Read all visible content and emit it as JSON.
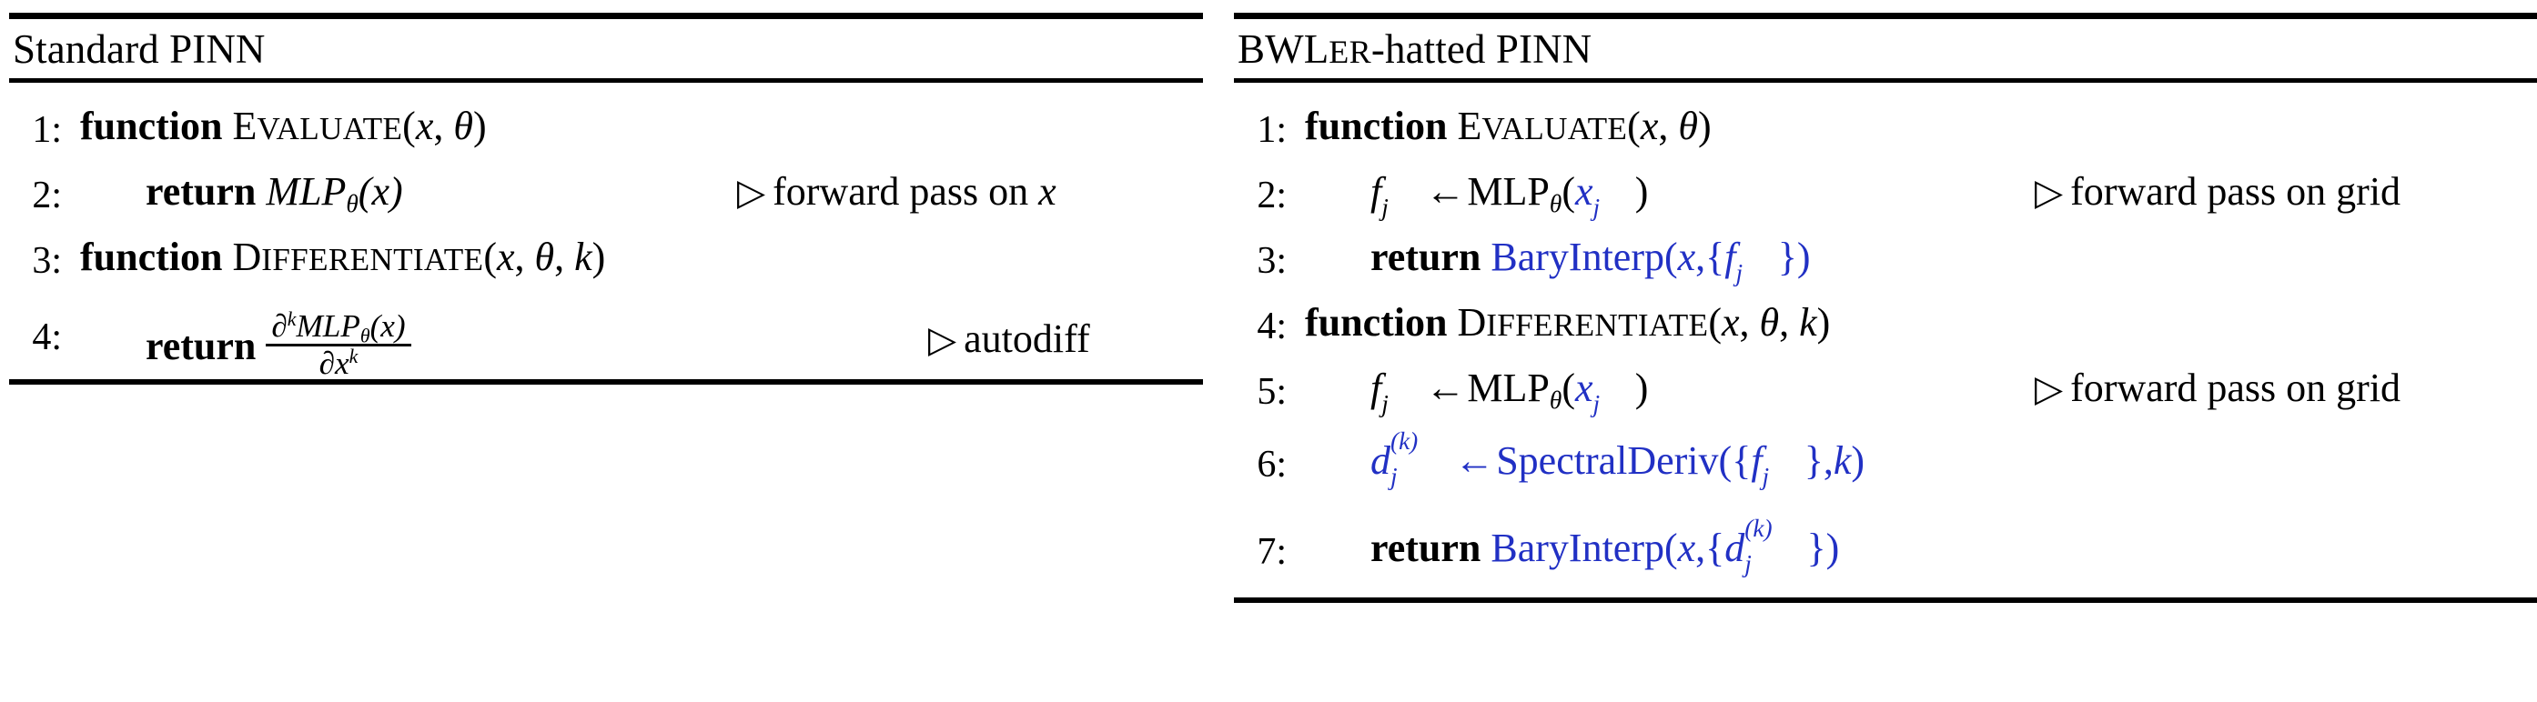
{
  "figure": {
    "kind": "algorithm-comparison",
    "accent_color": "#2130C4",
    "text_color": "#000000",
    "background_color": "#FFFFFF"
  },
  "left_panel": {
    "title": "Standard PINN",
    "lines": [
      {
        "number": "1:",
        "indent": 0,
        "keyword": "function",
        "proc_cap": "E",
        "proc_rest": "VALUATE",
        "args_open": "(",
        "arg1": "x",
        "comma": ", ",
        "arg2": "θ",
        "args_close": ")",
        "comment": ""
      },
      {
        "number": "2:",
        "indent": 1,
        "keyword": "return",
        "expr_main": "MLP",
        "expr_sub": "θ",
        "expr_arg": "(x)",
        "comment_marker": "▷",
        "comment_text": "forward pass on ",
        "comment_math": "x"
      },
      {
        "number": "3:",
        "indent": 0,
        "keyword": "function",
        "proc_cap": "D",
        "proc_rest": "IFFERENTIATE",
        "args_open": "(",
        "arg1": "x",
        "comma": ", ",
        "arg2": "θ",
        "comma2": ", ",
        "arg3": "k",
        "args_close": ")",
        "comment": ""
      },
      {
        "number": "4:",
        "indent": 1,
        "keyword": "return",
        "frac_numerator_d": "∂",
        "frac_numerator_k": "k",
        "frac_numerator_rest": "MLP",
        "frac_numerator_sub": "θ",
        "frac_numerator_arg": "(x)",
        "frac_denominator_d": "∂",
        "frac_denominator_x": "x",
        "frac_denominator_k": "k",
        "comment_marker": "▷",
        "comment_text": "autodiff"
      }
    ]
  },
  "right_panel": {
    "title_cap": "BWL",
    "title_smallcap": "ER",
    "title_rest": "-hatted PINN",
    "title_plain": "BWLER-hatted PINN",
    "lines": [
      {
        "number": "1:",
        "indent": 0,
        "keyword": "function",
        "proc_cap": "E",
        "proc_rest": "VALUATE",
        "args_open": "(",
        "arg1": "x",
        "comma": ", ",
        "arg2": "θ",
        "args_close": ")",
        "comment": ""
      },
      {
        "number": "2:",
        "indent": 1,
        "lhs_base": "f",
        "lhs_sub": "j",
        "arrow": "←",
        "rhs_main": "MLP",
        "rhs_sub": "θ",
        "rhs_open": "(",
        "rhs_arg_base": "x",
        "rhs_arg_sub": "j",
        "rhs_close": ")",
        "comment_marker": "▷",
        "comment_text": "forward pass on grid"
      },
      {
        "number": "3:",
        "indent": 1,
        "keyword": "return",
        "call_name": "BaryInterp",
        "call_open": "(",
        "call_arg1": "x",
        "call_comma": ",",
        "call_set_open": "{",
        "call_set_base": "f",
        "call_set_sub": "j",
        "call_set_close": "}",
        "call_close": ")"
      },
      {
        "number": "4:",
        "indent": 0,
        "keyword": "function",
        "proc_cap": "D",
        "proc_rest": "IFFERENTIATE",
        "args_open": "(",
        "arg1": "x",
        "comma": ", ",
        "arg2": "θ",
        "comma2": ", ",
        "arg3": "k",
        "args_close": ")",
        "comment": ""
      },
      {
        "number": "5:",
        "indent": 1,
        "lhs_base": "f",
        "lhs_sub": "j",
        "arrow": "←",
        "rhs_main": "MLP",
        "rhs_sub": "θ",
        "rhs_open": "(",
        "rhs_arg_base": "x",
        "rhs_arg_sub": "j",
        "rhs_close": ")",
        "comment_marker": "▷",
        "comment_text": "forward pass on grid"
      },
      {
        "number": "6:",
        "indent": 1,
        "lhs_base": "d",
        "lhs_sub": "j",
        "lhs_sup": "(k)",
        "arrow": "←",
        "call_name": "SpectralDeriv",
        "call_open": "(",
        "call_set_open": "{",
        "call_set_base": "f",
        "call_set_sub": "j",
        "call_set_close": "}",
        "call_comma": ",",
        "call_arg2": "k",
        "call_close": ")"
      },
      {
        "number": "7:",
        "indent": 1,
        "keyword": "return",
        "call_name": "BaryInterp",
        "call_open": "(",
        "call_arg1": "x",
        "call_comma": ",",
        "call_set_open": "{",
        "call_set_base": "d",
        "call_set_sub": "j",
        "call_set_sup": "(k)",
        "call_set_close": "}",
        "call_close": ")"
      }
    ]
  }
}
